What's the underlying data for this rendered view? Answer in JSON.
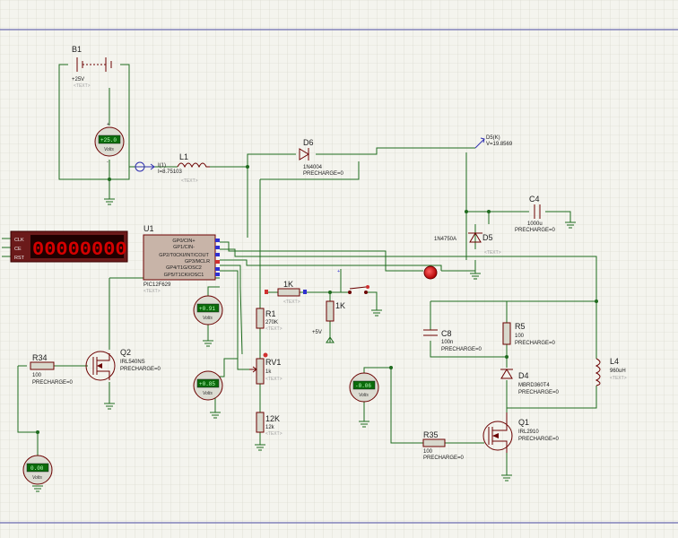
{
  "components": {
    "battery": {
      "ref": "B1",
      "value": "+25V",
      "text": "<TEXT>"
    },
    "inductor_l1": {
      "ref": "L1",
      "text": "<TEXT>"
    },
    "current_probe": {
      "label": "I(1)",
      "value": "I=8.75103"
    },
    "diode_d6": {
      "ref": "D6",
      "model": "1N4004",
      "param": "PRECHARGE=0"
    },
    "voltage_probe": {
      "label": "D5(K)",
      "value": "V=19.8569"
    },
    "cap_c4": {
      "ref": "C4",
      "value": "1000u",
      "param": "PRECHARGE=0"
    },
    "zener_d5": {
      "ref": "D5",
      "model": "1N4750A",
      "text": "<TEXT>"
    },
    "mcu": {
      "ref": "U1",
      "part": "PIC12F629",
      "text": "<TEXT>",
      "pins": [
        "GP0/CIN+",
        "GP1/CIN-",
        "GP2/T0CKI/INT/COUT",
        "GP3/MCLR",
        "GP4/T1G/OSC2",
        "GP5/T1CKI/OSC1"
      ]
    },
    "counter": {
      "display": "00000000",
      "pins": [
        "CLK",
        "CE",
        "RST"
      ]
    },
    "res_1k_h": {
      "value": "1K",
      "text": "<TEXT>"
    },
    "res_1k_v": {
      "value": "1K"
    },
    "supply": {
      "label": "+5V"
    },
    "res_r1": {
      "ref": "R1",
      "value": "270K",
      "text": "<TEXT>"
    },
    "pot_rv1": {
      "ref": "RV1",
      "value": "1k",
      "text": "<TEXT>"
    },
    "res_12k": {
      "value": "12K",
      "sub": "12k",
      "text": "<TEXT>"
    },
    "cap_c8": {
      "ref": "C8",
      "value": "100n",
      "param": "PRECHARGE=0"
    },
    "res_r5": {
      "ref": "R5",
      "value": "100",
      "param": "PRECHARGE=0"
    },
    "diode_d4": {
      "ref": "D4",
      "model": "MBRD360T4",
      "param": "PRECHARGE=0"
    },
    "inductor_l4": {
      "ref": "L4",
      "value": "960uH",
      "text": "<TEXT>"
    },
    "mosfet_q2": {
      "ref": "Q2",
      "model": "IRL540NS",
      "param": "PRECHARGE=0"
    },
    "res_r34": {
      "ref": "R34",
      "value": "100",
      "param": "PRECHARGE=0"
    },
    "mosfet_q1": {
      "ref": "Q1",
      "model": "IRL2910",
      "param": "PRECHARGE=0"
    },
    "res_r35": {
      "ref": "R35",
      "value": "100",
      "param": "PRECHARGE=0"
    }
  },
  "meters": [
    {
      "reading": "+25.0",
      "unit": "Volts"
    },
    {
      "reading": "+0.91",
      "unit": "Volts"
    },
    {
      "reading": "+0.85",
      "unit": "Volts"
    },
    {
      "reading": "-0.06",
      "unit": "Volts"
    },
    {
      "reading": "0.00",
      "unit": "Volts"
    }
  ]
}
